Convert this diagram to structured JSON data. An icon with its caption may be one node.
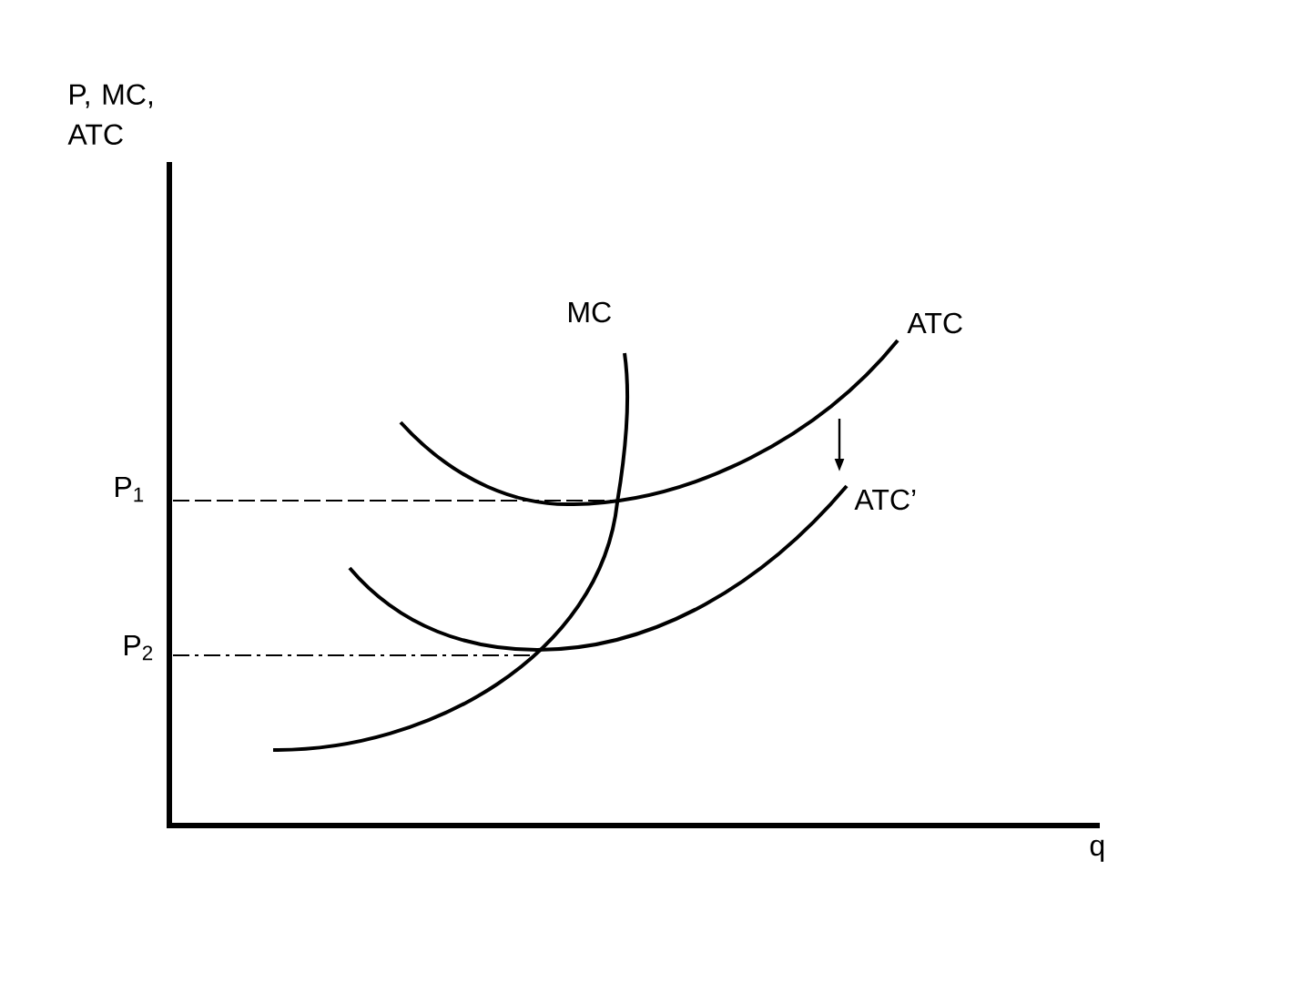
{
  "diagram": {
    "labels": [
      "P, MC, ATC",
      "MC",
      "ATC",
      "P$_{1}$",
      "ATC’",
      "P$_{2}$",
      "q"
    ]
  }
}
